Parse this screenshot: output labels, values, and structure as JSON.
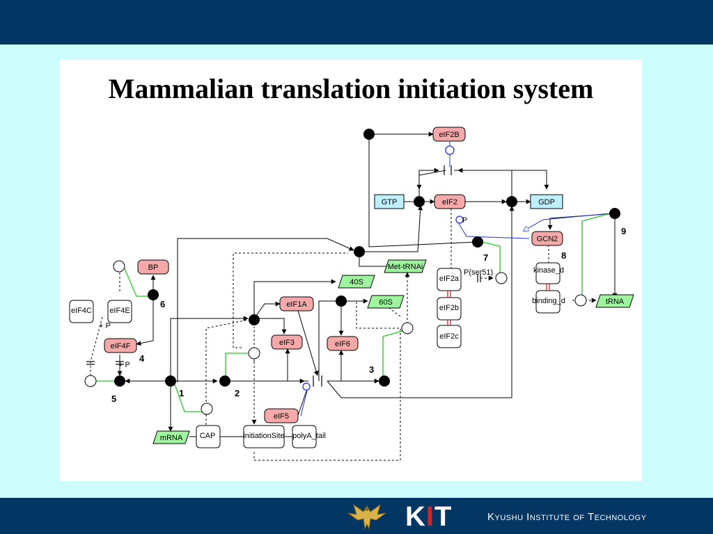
{
  "slide": {
    "title": "Mammalian translation initiation system"
  },
  "footer": {
    "logo_k": "K",
    "logo_i": "I",
    "logo_t": "T",
    "institution": "Kyushu Institute of Technology"
  },
  "colors": {
    "header_bar": "#043664",
    "background": "#ccfcfc",
    "protein_fill": "#f5a9a9",
    "rna_fill": "#9ef59e",
    "small_molecule_fill": "#bff0ff",
    "catalysis_edge": "#2030d0",
    "activation_edge": "#22cc22"
  },
  "diagram": {
    "species": {
      "eIF2B": "eIF2B",
      "GTP": "GTP",
      "eIF2": "eIF2",
      "GDP": "GDP",
      "GCN2": "GCN2",
      "kinase": "kinase_d",
      "binding": "binding_d",
      "tRNA": "tRNA",
      "met_tRNAi": "Met-tRNAi",
      "ribo40S": "40S",
      "ribo60S": "60S",
      "eIF1A": "eIF1A",
      "eIF3": "eIF3",
      "eIF6": "eIF6",
      "eIF5": "eIF5",
      "BP": "BP",
      "eIF4C": "eIF4C",
      "eIF4E": "eIF4E",
      "eIF4F": "eIF4F",
      "eIF2a": "eIF2a",
      "eIF2b": "eIF2b",
      "eIF2c": "eIF2c",
      "mRNA": "mRNA",
      "CAP": "CAP",
      "initiation_site": "initiationSite",
      "polyA_tail": "polyA_tail"
    },
    "labels": {
      "P": "P",
      "P_ser51": "P(ser51)",
      "plusP_1": "+ P",
      "plusP_2": "+ P"
    },
    "reaction_numbers": {
      "n1": "1",
      "n2": "2",
      "n3": "3",
      "n4": "4",
      "n5": "5",
      "n6": "6",
      "n7": "7",
      "n8": "8",
      "n9": "9"
    }
  }
}
